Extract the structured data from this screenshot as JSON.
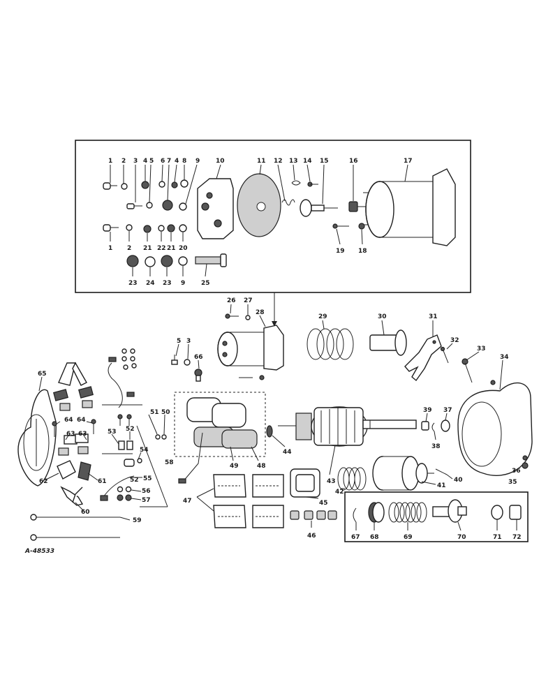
{
  "figure": {
    "reference_code": "A-48533",
    "callouts": {
      "c1a": "1",
      "c2a": "2",
      "c3a": "3",
      "c4a": "4",
      "c5a": "5",
      "c6a": "6",
      "c7a": "7",
      "c4b": "4",
      "c8a": "8",
      "c9a": "9",
      "c10": "10",
      "c11": "11",
      "c12": "12",
      "c13": "13",
      "c14": "14",
      "c15": "15",
      "c16": "16",
      "c17": "17",
      "c1b": "1",
      "c2b": "2",
      "c21a": "21",
      "c22": "22",
      "c21b": "21",
      "c20": "20",
      "c19": "19",
      "c18": "18",
      "c23a": "23",
      "c24": "24",
      "c23b": "23",
      "c9b": "9",
      "c25": "25",
      "c26": "26",
      "c27": "27",
      "c28": "28",
      "c29": "29",
      "c30": "30",
      "c31": "31",
      "c32": "32",
      "c33": "33",
      "c34": "34",
      "c5b": "5",
      "c3b": "3",
      "c66": "66",
      "c65": "65",
      "c64a": "64",
      "c64b": "64",
      "c63a": "63",
      "c63b": "63",
      "c62": "62",
      "c61": "61",
      "c60": "60",
      "c51": "51",
      "c50": "50",
      "c53": "53",
      "c52a": "52",
      "c54": "54",
      "c58": "58",
      "c55": "55",
      "c52b": "52",
      "c56": "56",
      "c57": "57",
      "c59": "59",
      "c49": "49",
      "c48": "48",
      "c44": "44",
      "c43": "43",
      "c42": "42",
      "c41": "41",
      "c40": "40",
      "c39": "39",
      "c38": "38",
      "c37": "37",
      "c36": "36",
      "c35": "35",
      "c47": "47",
      "c45": "45",
      "c46": "46",
      "c67": "67",
      "c68": "68",
      "c69": "69",
      "c70": "70",
      "c71": "71",
      "c72": "72"
    }
  }
}
